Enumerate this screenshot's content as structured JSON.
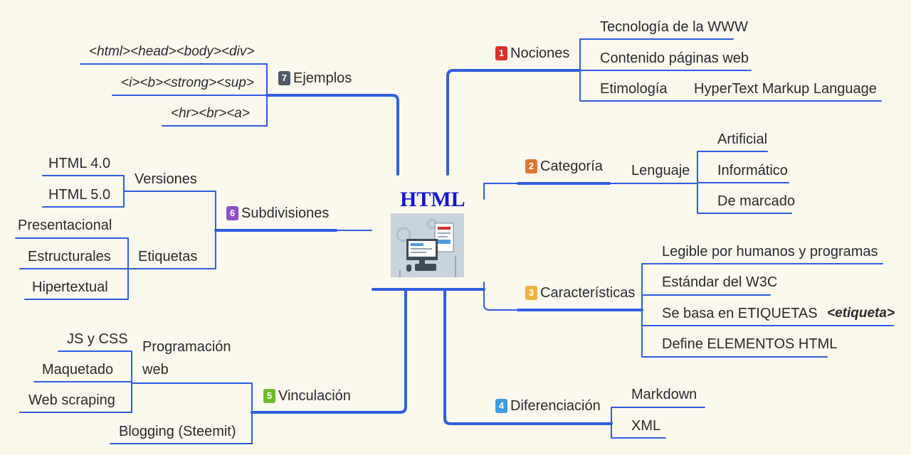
{
  "central": {
    "title": "HTML",
    "icon": "computer-monitor-icon"
  },
  "colors": {
    "line": "#2f5ee0",
    "badge1": "#d9302b",
    "badge2": "#e2742e",
    "badge3": "#efb23b",
    "badge4": "#3d9be0",
    "badge5": "#6bbd2c",
    "badge6": "#8b4fc8",
    "badge7": "#4f5a66"
  },
  "nociones": {
    "num": "1",
    "label": "Nociones",
    "items": [
      "Tecnología de la WWW",
      "Contenido páginas web",
      "Etimología"
    ],
    "etimologia_detail": "HyperText Markup Language"
  },
  "categoria": {
    "num": "2",
    "label": "Categoría",
    "sub": "Lenguaje",
    "items": [
      "Artificial",
      "Informático",
      "De marcado"
    ]
  },
  "caracteristicas": {
    "num": "3",
    "label": "Características",
    "items": [
      "Legible por humanos y programas",
      "Estándar del W3C",
      "Se basa en ETIQUETAS",
      "Define ELEMENTOS HTML"
    ],
    "etiqueta_detail": "<etiqueta>"
  },
  "diferenciacion": {
    "num": "4",
    "label": "Diferenciación",
    "items": [
      "Markdown",
      "XML"
    ]
  },
  "vinculacion": {
    "num": "5",
    "label": "Vinculación",
    "programacion": "Programación",
    "programacion2": "web",
    "prog_items": [
      "JS y CSS",
      "Maquetado",
      "Web scraping"
    ],
    "blogging": "Blogging (Steemit)"
  },
  "subdivisiones": {
    "num": "6",
    "label": "Subdivisiones",
    "versiones": "Versiones",
    "version_items": [
      "HTML 4.0",
      "HTML 5.0"
    ],
    "etiquetas": "Etiquetas",
    "etiqueta_items": [
      "Presentacional",
      "Estructurales",
      "Hipertextual"
    ]
  },
  "ejemplos": {
    "num": "7",
    "label": "Ejemplos",
    "items": [
      "<html><head><body><div>",
      "<i><b><strong><sup>",
      "<hr><br><a>"
    ]
  }
}
